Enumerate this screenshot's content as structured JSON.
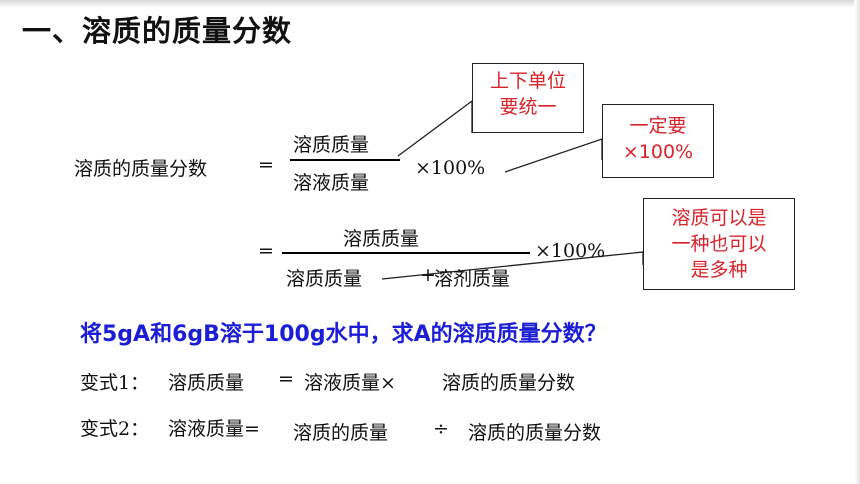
{
  "title": "一、溶质的质量分数",
  "formula1": {
    "lhs": "溶质的质量分数",
    "eq": "=",
    "numerator": "溶质质量",
    "denominator": "溶液质量",
    "multiplier": "×100%"
  },
  "formula2": {
    "eq": "=",
    "numerator": "溶质质量",
    "denominator_a": "溶质质量",
    "plus": "+",
    "denominator_b": "溶剂质量",
    "multiplier": "×100%"
  },
  "callouts": {
    "units": [
      "上下单位",
      "要统一"
    ],
    "percent": [
      "一定要",
      "×100%"
    ],
    "solute": [
      "溶质可以是",
      "一种也可以",
      "是多种"
    ]
  },
  "question": "将5gA和6gB溶于100g水中，求A的溶质质量分数？",
  "variant1": {
    "label": "变式1：",
    "a": "溶质质量",
    "op": "=",
    "b": "溶液质量×",
    "c": "溶质的质量分数"
  },
  "variant2": {
    "label": "变式2：",
    "a": "溶液质量=",
    "b": "溶质的质量",
    "op": "÷",
    "c": "溶质的质量分数"
  },
  "colors": {
    "callout_text": "#d8232a",
    "question_text": "#1c1ed6"
  }
}
